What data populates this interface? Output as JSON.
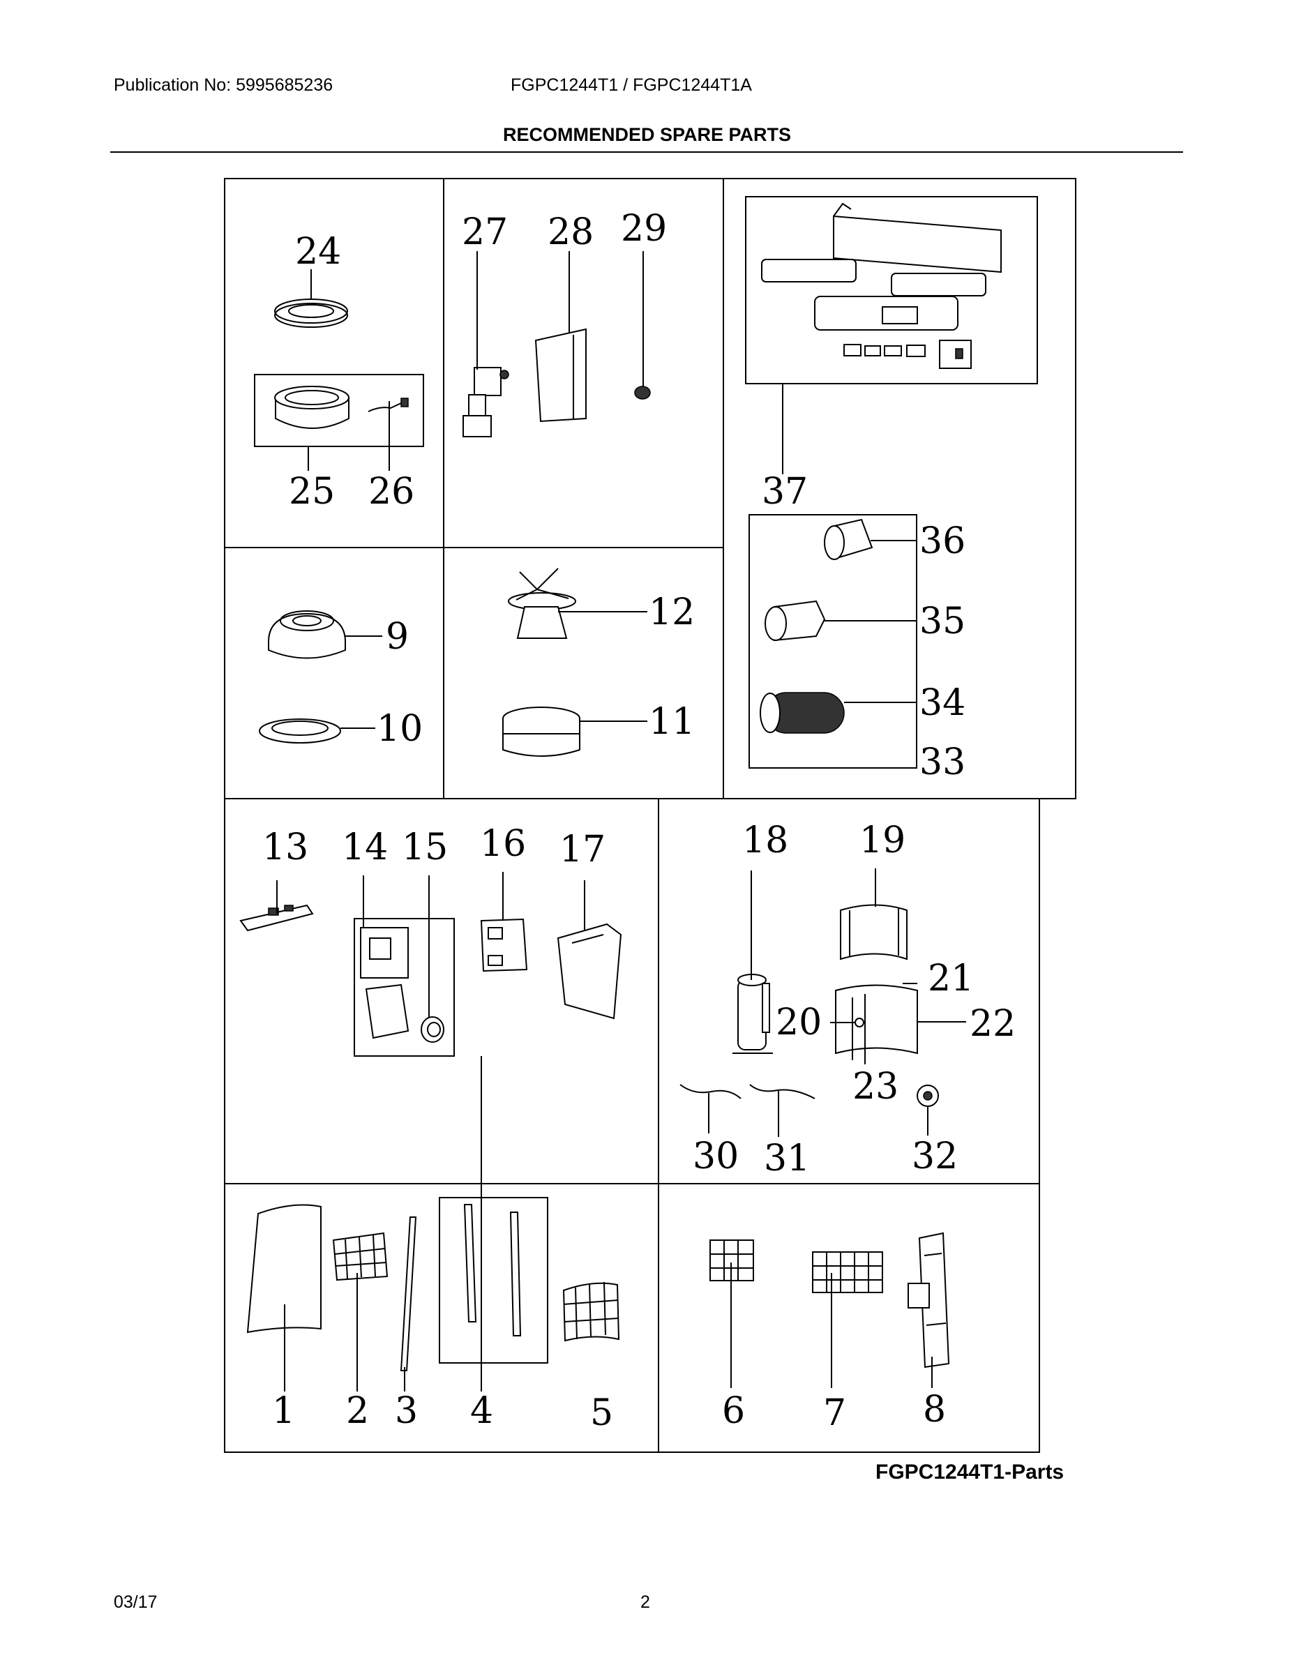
{
  "header": {
    "publication": "Publication No: 5995685236",
    "models": "FGPC1244T1 / FGPC1244T1A",
    "title": "RECOMMENDED SPARE PARTS"
  },
  "part_numbers": {
    "p1": "1",
    "p2": "2",
    "p3": "3",
    "p4": "4",
    "p5": "5",
    "p6": "6",
    "p7": "7",
    "p8": "8",
    "p9": "9",
    "p10": "10",
    "p11": "11",
    "p12": "12",
    "p13": "13",
    "p14": "14",
    "p15": "15",
    "p16": "16",
    "p17": "17",
    "p18": "18",
    "p19": "19",
    "p20": "20",
    "p21": "21",
    "p22": "22",
    "p23": "23",
    "p24": "24",
    "p25": "25",
    "p26": "26",
    "p27": "27",
    "p28": "28",
    "p29": "29",
    "p30": "30",
    "p31": "31",
    "p32": "32",
    "p33": "33",
    "p34": "34",
    "p35": "35",
    "p36": "36",
    "p37": "37"
  },
  "caption": "FGPC1244T1-Parts",
  "footer": {
    "date": "03/17",
    "page": "2"
  }
}
